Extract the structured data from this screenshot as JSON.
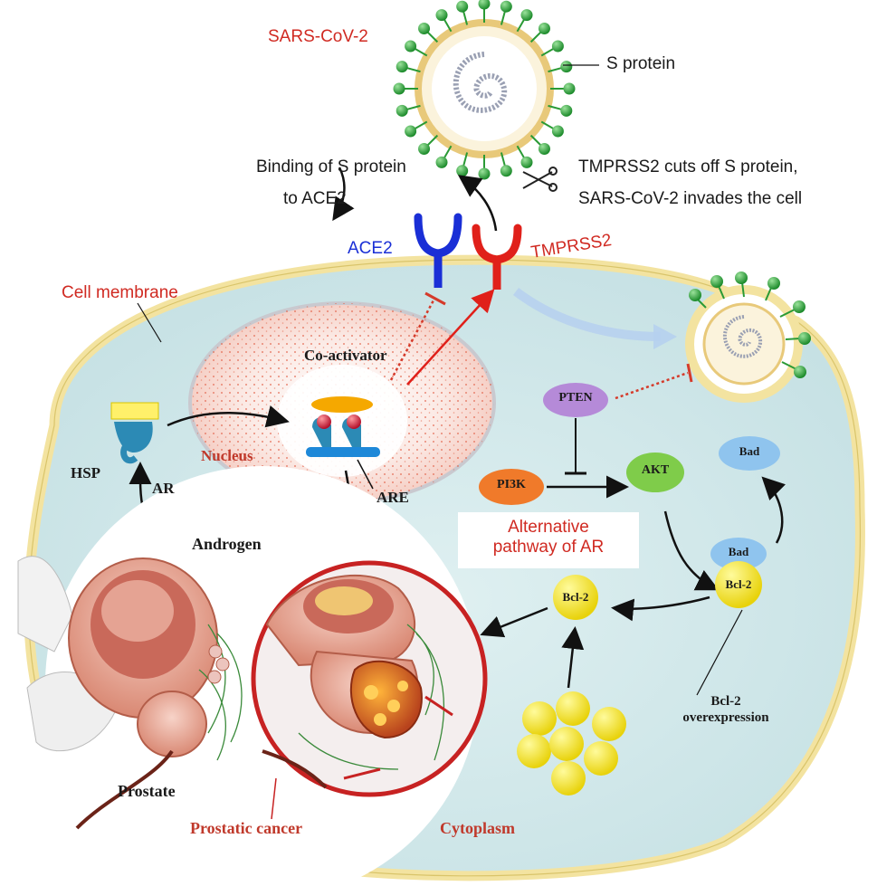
{
  "labels": {
    "sars_cov_2": "SARS-CoV-2",
    "s_protein": "S protein",
    "binding_line1": "Binding of S protein",
    "binding_line2": "to ACE2",
    "tmprss2_line1": "TMPRSS2 cuts off S protein,",
    "tmprss2_line2": "SARS-CoV-2 invades the cell",
    "ace2": "ACE2",
    "tmprss2": "TMPRSS2",
    "cell_membrane": "Cell membrane",
    "co_activator": "Co-activator",
    "nucleus": "Nucleus",
    "hsp": "HSP",
    "ar": "AR",
    "are": "ARE",
    "androgen": "Androgen",
    "pten": "PTEN",
    "pi3k": "PI3K",
    "akt": "AKT",
    "bad_top": "Bad",
    "bad_bottom": "Bad",
    "bcl2_right": "Bcl-2",
    "bcl2_left": "Bcl-2",
    "alt_line1": "Alternative",
    "alt_line2": "pathway of AR",
    "overexp_line1": "Bcl-2",
    "overexp_line2": "overexpression",
    "prostate": "Prostate",
    "prostatic_cancer": "Prostatic cancer",
    "cytoplasm": "Cytoplasm"
  },
  "colors": {
    "cell_fill": "#cfe6e8",
    "membrane": "#f3e3a0",
    "label_red": "#d02a22",
    "ace2_blue": "#1a2fd6",
    "tmprss2_red": "#e0201a",
    "pten": "#b58ad8",
    "pi3k": "#f07a2a",
    "akt": "#7fcc4a",
    "bad": "#8fc4ee",
    "bcl2": "#f2e21a",
    "spike": "#2a9a35"
  },
  "icons": {
    "scissors": "scissors-icon",
    "virus": "virus-icon"
  }
}
